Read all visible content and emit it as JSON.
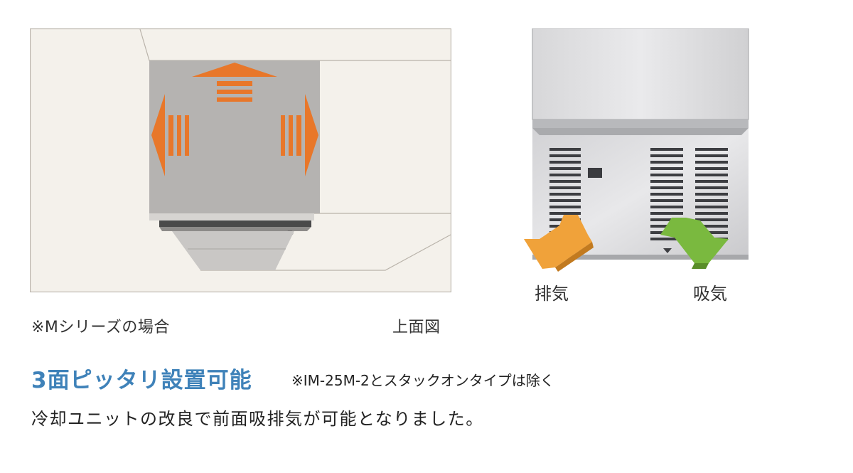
{
  "captions": {
    "series_note": "※Mシリーズの場合",
    "view_label": "上面図",
    "exhaust_label": "排気",
    "intake_label": "吸気"
  },
  "headline": {
    "title": "3面ピッタリ設置可能",
    "note": "※IM-25M-2とスタックオンタイプは除く"
  },
  "body": {
    "text": "冷却ユニットの改良で前面吸排気が可能となりました。"
  },
  "colors": {
    "headline": "#3f82b9",
    "arrow_orange": "#e8772a",
    "arrow_exhaust": "#f0a23a",
    "arrow_intake": "#7ab93f",
    "cabinet_bg": "#f4f1eb"
  },
  "icons": {
    "top_arrows": [
      "arrow-up-icon",
      "arrow-left-icon",
      "arrow-right-icon"
    ],
    "unit_arrows": [
      "exhaust-arrow-icon",
      "intake-arrow-icon"
    ]
  }
}
